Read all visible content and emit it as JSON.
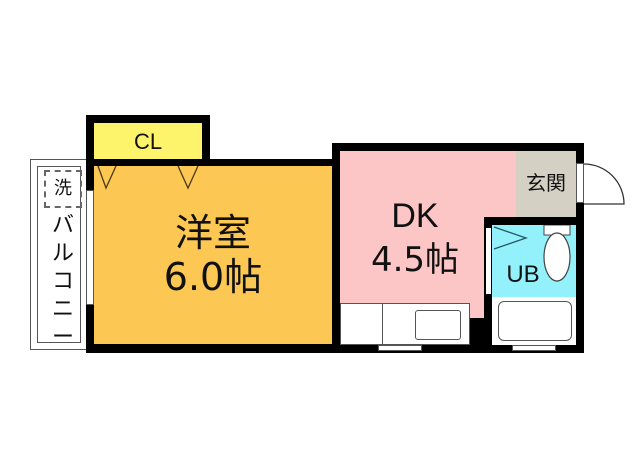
{
  "colors": {
    "western_room": "#fcc752",
    "closet": "#fdf46c",
    "dk": "#fdc6c6",
    "entrance": "#d4d0c4",
    "unit_bath": "#92f1fb",
    "wall": "#000000",
    "balcony": "#ffffff"
  },
  "rooms": {
    "closet": {
      "label": "CL"
    },
    "western_room": {
      "name": "洋室",
      "size": "6.0帖"
    },
    "dk": {
      "name": "DK",
      "size": "4.5帖"
    },
    "entrance": {
      "label": "玄関"
    },
    "unit_bath": {
      "label": "UB"
    },
    "balcony": {
      "label": "バルコニー",
      "chars": [
        "バ",
        "ル",
        "コ",
        "ニ",
        "ー"
      ]
    },
    "washer": {
      "label": "洗"
    }
  }
}
